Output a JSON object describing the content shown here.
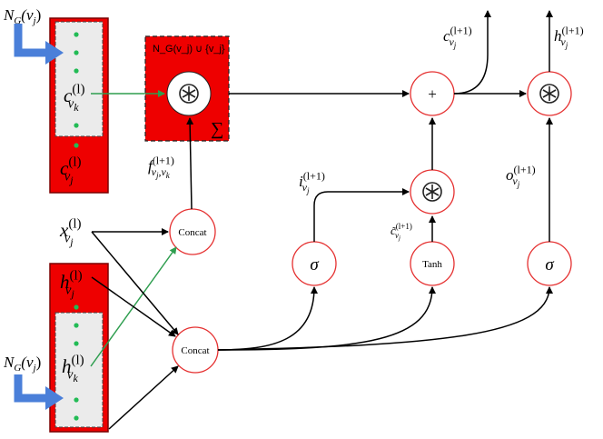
{
  "colors": {
    "block_red": "#ee0000",
    "node_border": "#e53030",
    "arrow": "#000000",
    "green_arrow": "#2e9e4f",
    "blue_arrow": "#4a7fd9",
    "dots": "#22bb55",
    "inner_gray": "#ebebeb"
  },
  "icons": [
    "blue-l-arrow-icon",
    "circled-asterisk-icon",
    "sigma-icon",
    "plus-icon",
    "sigma-gate-icon"
  ],
  "nodes": {
    "concat_top": "Concat",
    "concat_bottom": "Concat",
    "tanh": "Tanh",
    "sigma_input": "σ",
    "sigma_output": "σ",
    "plus": "+",
    "sum_symbol": "∑",
    "aggregate_label": "N_G(v_j) ∪ {v_j}"
  },
  "labels": {
    "ng_top": {
      "base": "N",
      "sub": "G",
      "paren": "(v",
      "parensub": "j",
      "close": ")"
    },
    "ng_bottom": {
      "base": "N",
      "sub": "G",
      "paren": "(v",
      "parensub": "j",
      "close": ")"
    },
    "c_vk": {
      "base": "c",
      "sup": "(l)",
      "sub": "v",
      "subsub": "k"
    },
    "c_vj": {
      "base": "c",
      "sup": "(l)",
      "sub": "v",
      "subsub": "j"
    },
    "h_vj": {
      "base": "h",
      "sup": "(l)",
      "sub": "v",
      "subsub": "j"
    },
    "h_vk": {
      "base": "h",
      "sup": "(l)",
      "sub": "v",
      "subsub": "k"
    },
    "x_vj": {
      "base": "x",
      "sup": "(l)",
      "sub": "v",
      "subsub": "j"
    },
    "f_edge": {
      "base": "f",
      "sup": "(l+1)",
      "sub": "v",
      "subsub": "j",
      "tail": ",v",
      "tailsub": "k"
    },
    "i_gate": {
      "base": "i",
      "sup": "(l+1)",
      "sub": "v",
      "subsub": "j"
    },
    "c_tilde": {
      "base": "c̃",
      "sup": "(l+1)",
      "sub": "v",
      "subsub": "j"
    },
    "o_gate": {
      "base": "o",
      "sup": "(l+1)",
      "sub": "v",
      "subsub": "j"
    },
    "c_out": {
      "base": "c",
      "sup": "(l+1)",
      "sub": "v",
      "subsub": "j"
    },
    "h_out": {
      "base": "h",
      "sup": "(l+1)",
      "sub": "v",
      "subsub": "j"
    }
  }
}
